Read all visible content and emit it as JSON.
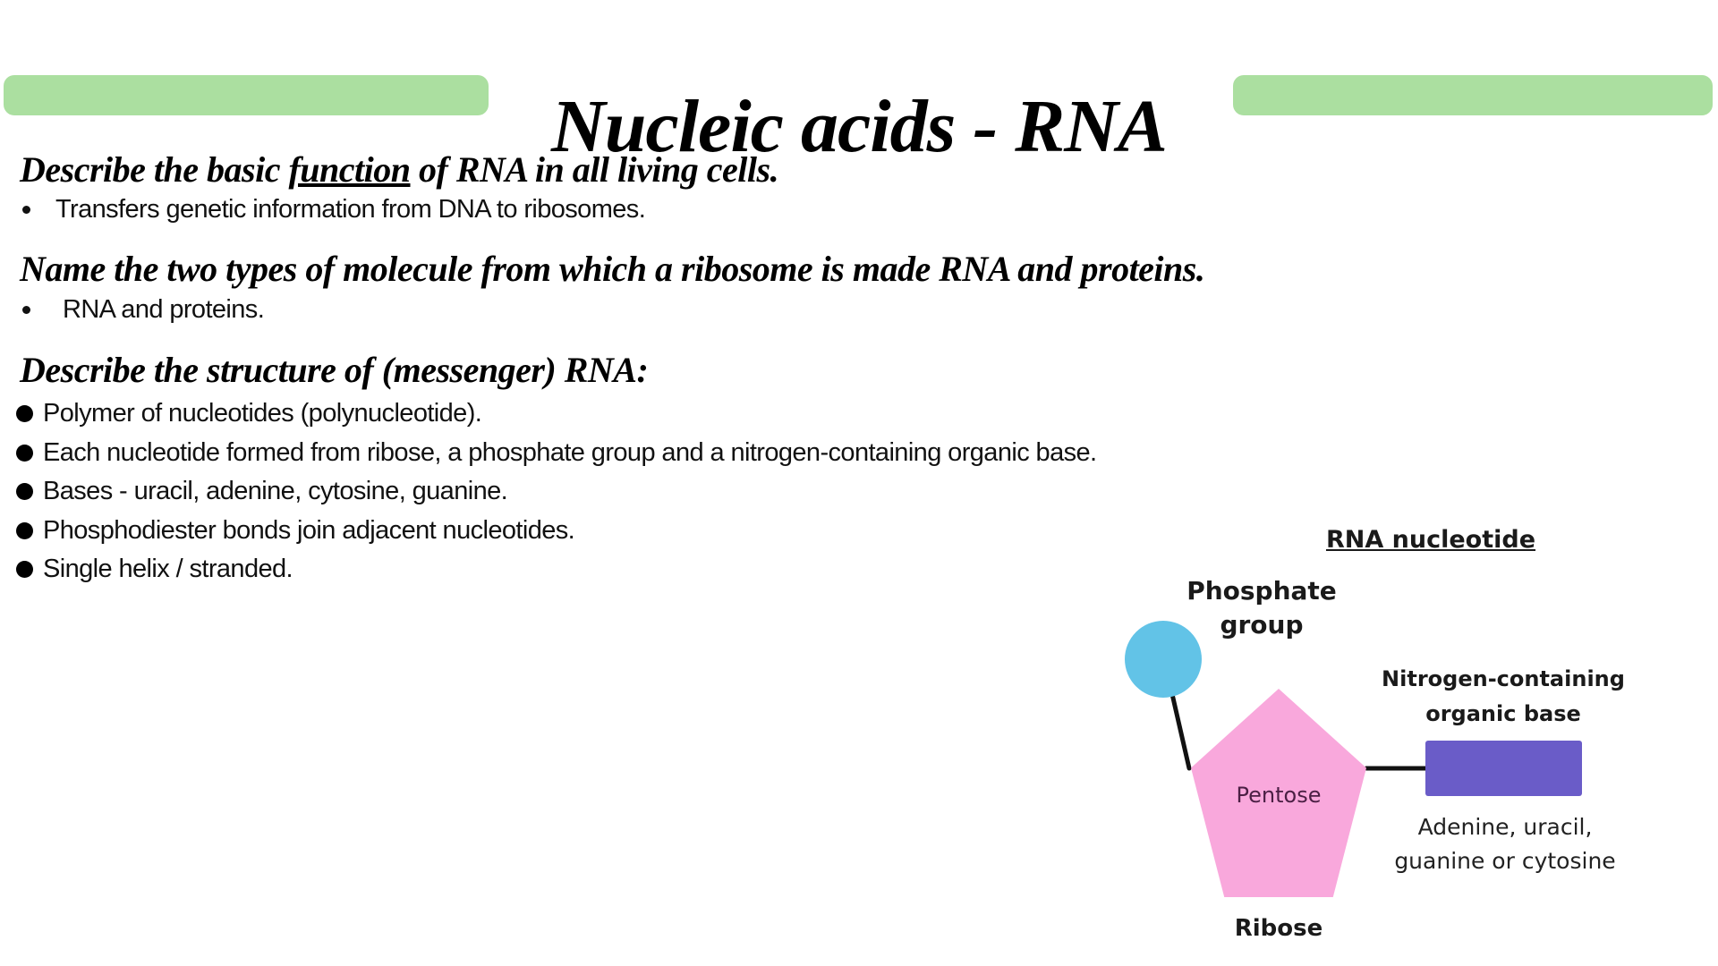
{
  "slide": {
    "title": "Nucleic acids - RNA",
    "colors": {
      "accent_green": "#abdfa0",
      "phosphate_blue": "#62c3e7",
      "pentose_pink": "#f9a8dc",
      "base_purple": "#6a5cc8",
      "pentose_text": "#4b1f44"
    },
    "sections": [
      {
        "heading_before": "Describe the basic ",
        "heading_underline": "function",
        "heading_after": " of RNA in all living cells.",
        "bullets": [
          "Transfers genetic information from DNA to ribosomes."
        ]
      },
      {
        "heading": "Name the two types of molecule from which a ribosome is made RNA and proteins.",
        "bullets": [
          "RNA and proteins."
        ]
      },
      {
        "heading": "Describe the structure of (messenger) RNA:",
        "bullets": [
          "Polymer of nucleotides (polynucleotide).",
          "Each nucleotide formed from ribose, a phosphate group and a nitrogen-containing organic base.",
          "Bases - uracil, adenine, cytosine, guanine.",
          "Phosphodiester bonds join adjacent nucleotides.",
          "Single helix / stranded."
        ]
      }
    ],
    "diagram": {
      "title": "RNA nucleotide",
      "phosphate_line1": "Phosphate",
      "phosphate_line2": "group",
      "pentose": "Pentose",
      "ribose": "Ribose",
      "base_line1": "Nitrogen-containing",
      "base_line2": "organic base",
      "base_examples_line1": "Adenine, uracil,",
      "base_examples_line2": "guanine or cytosine"
    }
  }
}
